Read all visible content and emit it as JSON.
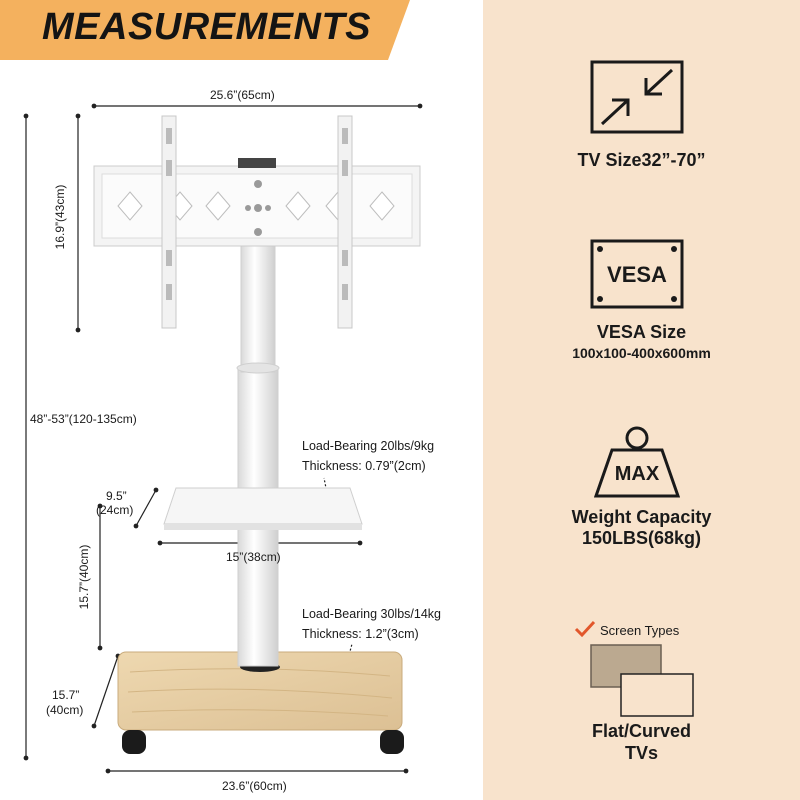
{
  "banner": {
    "title": "MEASUREMENTS"
  },
  "dimensions": {
    "mount_width": "25.6”(65cm)",
    "mount_height": "16.9”(43cm)",
    "total_height": "48”-53”(120-135cm)",
    "shelf_depth_line1": "9.5”",
    "shelf_depth_line2": "(24cm)",
    "shelf_width": "15”(38cm)",
    "shelf_height": "15.7”(40cm)",
    "base_depth_line1": "15.7”",
    "base_depth_line2": "(40cm)",
    "base_width": "23.6”(60cm)"
  },
  "shelf_note": {
    "load": "Load-Bearing 20lbs/9kg",
    "thickness": "Thickness: 0.79”(2cm)"
  },
  "base_note": {
    "load": "Load-Bearing 30lbs/14kg",
    "thickness": "Thickness: 1.2”(3cm)"
  },
  "features": {
    "tv_size": "TV Size32”-70”",
    "vesa_icon_text": "VESA",
    "vesa_title": "VESA Size",
    "vesa_value": "100x100-400x600mm",
    "max_icon_text": "MAX",
    "weight_line1": "Weight Capacity",
    "weight_line2": "150LBS(68kg)",
    "screen_types": "Screen Types",
    "flat_curved_line1": "Flat/Curved",
    "flat_curved_line2": "TVs"
  },
  "colors": {
    "panel": "#f8e3cc",
    "banner": "#f4b15e",
    "check": "#e2572b",
    "wood": "#e8cfa2"
  }
}
